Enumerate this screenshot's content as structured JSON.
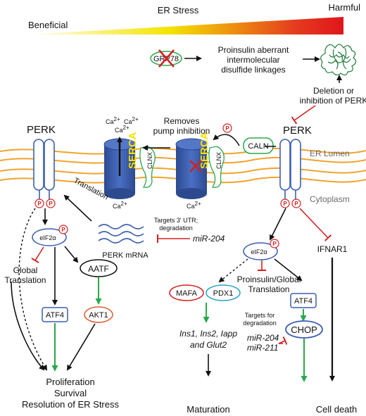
{
  "header": {
    "left_label": "Beneficial",
    "center_label": "ER Stress",
    "right_label": "Harmful"
  },
  "gradient_colors": [
    "#ffffff",
    "#f4e400",
    "#e53b1f",
    "#e0151b"
  ],
  "colors": {
    "membrane": "#f2a32c",
    "receptor": "#3c5fb0",
    "serca": "#3d5ca8",
    "inhibit": "#d42020",
    "activate": "#2aa84a",
    "phospho": "#d42020"
  },
  "top": {
    "grp78": "GRP78",
    "proinsulin": [
      "Proinsulin aberrant",
      "intermolecular",
      "disulfide linkages"
    ],
    "deletion": [
      "Deletion or",
      "inhibition of PERK"
    ]
  },
  "membrane": {
    "er_lumen": "ER Lumen",
    "cytoplasm": "Cytoplasm",
    "perk_left": "PERK",
    "perk_right": "PERK",
    "serca": "SERCA",
    "clnx": "CLNX",
    "caln": "CALN",
    "ca": "Ca",
    "ca_sup": "2+",
    "p": "P",
    "removes": [
      "Removes",
      "pump inhibition"
    ],
    "translation": "Translation"
  },
  "left": {
    "perk_mrna": "PERK mRNA",
    "targets_utr": [
      "Targets 3' UTR;",
      "degradation"
    ],
    "mir204": "miR-204",
    "eif2a": "eIF2α",
    "global": [
      "Global",
      "Translation"
    ],
    "atf4": "ATF4",
    "aatf": "AATF",
    "akt1": "AKT1",
    "outcome": [
      "Proliferation",
      "Survival",
      "Resolution of ER Stress"
    ]
  },
  "right": {
    "eif2a": "eIF2α",
    "proinsulin_global": [
      "Proinsulin/Global",
      "Translation"
    ],
    "mafa": "MAFA",
    "pdx1": "PDX1",
    "genes": [
      "Ins1, Ins2, Iapp",
      "and Glut2"
    ],
    "atf4": "ATF4",
    "targets_deg": [
      "Targets for",
      "degradation"
    ],
    "mir204": "miR-204",
    "mir211": "miR-211",
    "chop": "CHOP",
    "ifnar1": "IFNAR1",
    "maturation": "Maturation",
    "cell_death": "Cell death"
  }
}
